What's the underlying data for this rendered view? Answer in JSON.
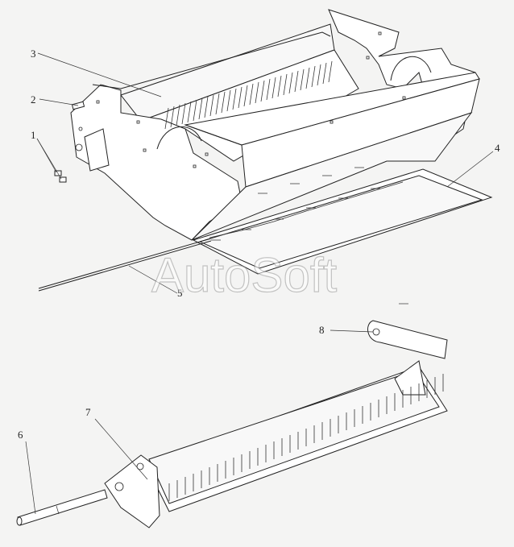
{
  "watermark": "AutoSoft",
  "callouts": [
    "1",
    "2",
    "3",
    "4",
    "5",
    "6",
    "7",
    "8"
  ],
  "colors": {
    "background": "#f4f4f3",
    "line": "#222222"
  }
}
